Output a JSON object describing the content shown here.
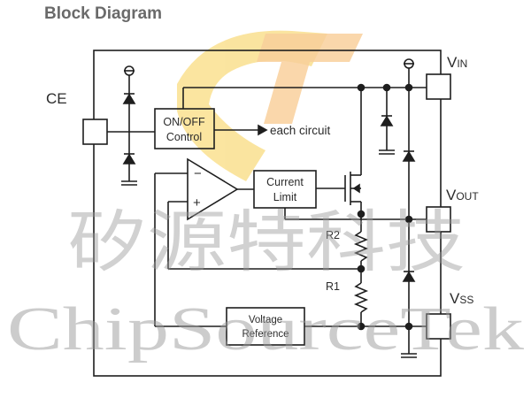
{
  "title": "Block Diagram",
  "pins": {
    "ce": "CE",
    "vin_main": "V",
    "vin_sub": "IN",
    "vout_main": "V",
    "vout_sub": "OUT",
    "vss_main": "V",
    "vss_sub": "SS"
  },
  "blocks": {
    "onoff_line1": "ON/OFF",
    "onoff_line2": "Control",
    "each_circuit": "each circuit",
    "current_line1": "Current",
    "current_line2": "Limit",
    "vref_line1": "Voltage",
    "vref_line2": "Reference"
  },
  "amp": {
    "minus": "−",
    "plus": "+"
  },
  "resistors": {
    "r2": "R2",
    "r1": "R1"
  },
  "watermark": {
    "cn": "矽源特科技",
    "en": "ChipSourceTek"
  },
  "colors": {
    "line": "#1e1e1e",
    "logo_yellow": "#f7cf52",
    "logo_orange": "#f3a94a"
  }
}
